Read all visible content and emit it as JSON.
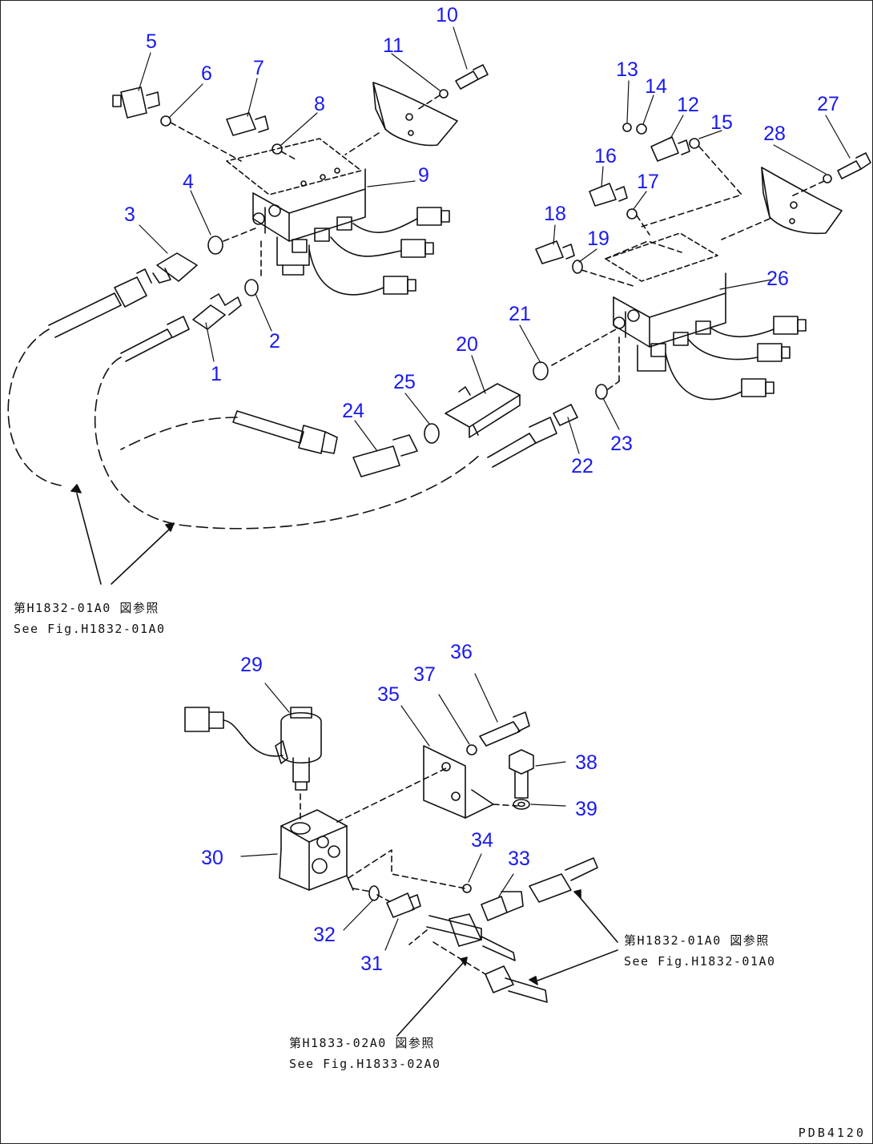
{
  "callouts": [
    "1",
    "2",
    "3",
    "4",
    "5",
    "6",
    "7",
    "8",
    "9",
    "10",
    "11",
    "12",
    "13",
    "14",
    "15",
    "16",
    "17",
    "18",
    "19",
    "20",
    "21",
    "22",
    "23",
    "24",
    "25",
    "26",
    "27",
    "28",
    "29",
    "30",
    "31",
    "32",
    "33",
    "34",
    "35",
    "36",
    "37",
    "38",
    "39"
  ],
  "references": {
    "ref_a_jp": "第H1832-01A0 図参照",
    "ref_a_en": "See Fig.H1832-01A0",
    "ref_b_jp": "第H1832-01A0 図参照",
    "ref_b_en": "See Fig.H1832-01A0",
    "ref_c_jp": "第H1833-02A0 図参照",
    "ref_c_en": "See Fig.H1833-02A0"
  },
  "drawing_code": "PDB4120",
  "colors": {
    "callout": "#1a1aee",
    "line": "#111111"
  }
}
